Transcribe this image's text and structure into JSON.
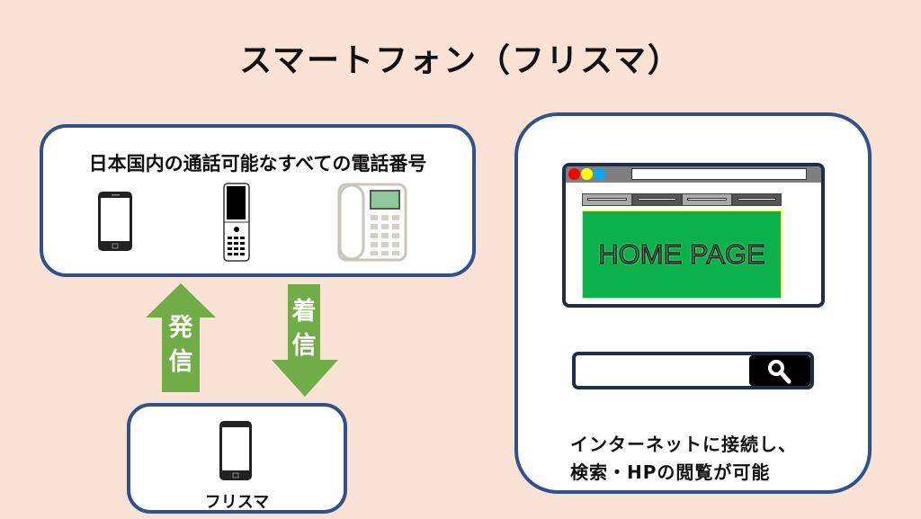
{
  "title": "スマートフォン（フリスマ）",
  "left_box": {
    "caption": "日本国内の通話可能なすべての電話番号",
    "devices": [
      "smartphone-icon",
      "flip-phone-icon",
      "desk-phone-icon"
    ]
  },
  "arrows": {
    "outgoing": {
      "chars": [
        "発",
        "信"
      ]
    },
    "incoming": {
      "chars": [
        "着",
        "信"
      ]
    },
    "color": "#70ad47"
  },
  "bottom_box": {
    "label": "フリスマ"
  },
  "right_box": {
    "browser": {
      "banner_text": "HOME PAGE",
      "banner_color": "#0bb14a"
    },
    "text_lines": [
      "インターネットに接続し、",
      "検索・HPの閲覧が可能"
    ]
  },
  "colors": {
    "background": "#fae2d5",
    "border": "#2f5190"
  }
}
